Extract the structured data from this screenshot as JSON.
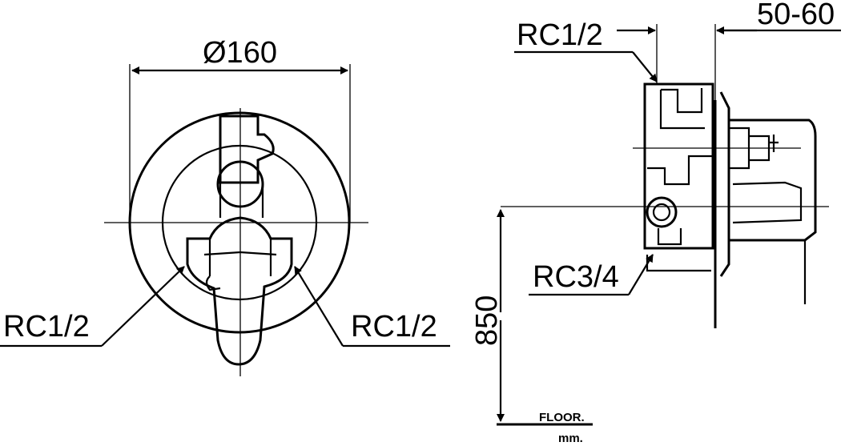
{
  "front_view": {
    "diameter_label": "Ø160",
    "left_inlet_label": "RC1/2",
    "right_inlet_label": "RC1/2"
  },
  "side_view": {
    "top_inlet_label": "RC1/2",
    "depth_label": "50-60",
    "outlet_label": "RC3/4",
    "height_label": "850",
    "floor_label": "FLOOR.",
    "unit_label": "mm."
  }
}
